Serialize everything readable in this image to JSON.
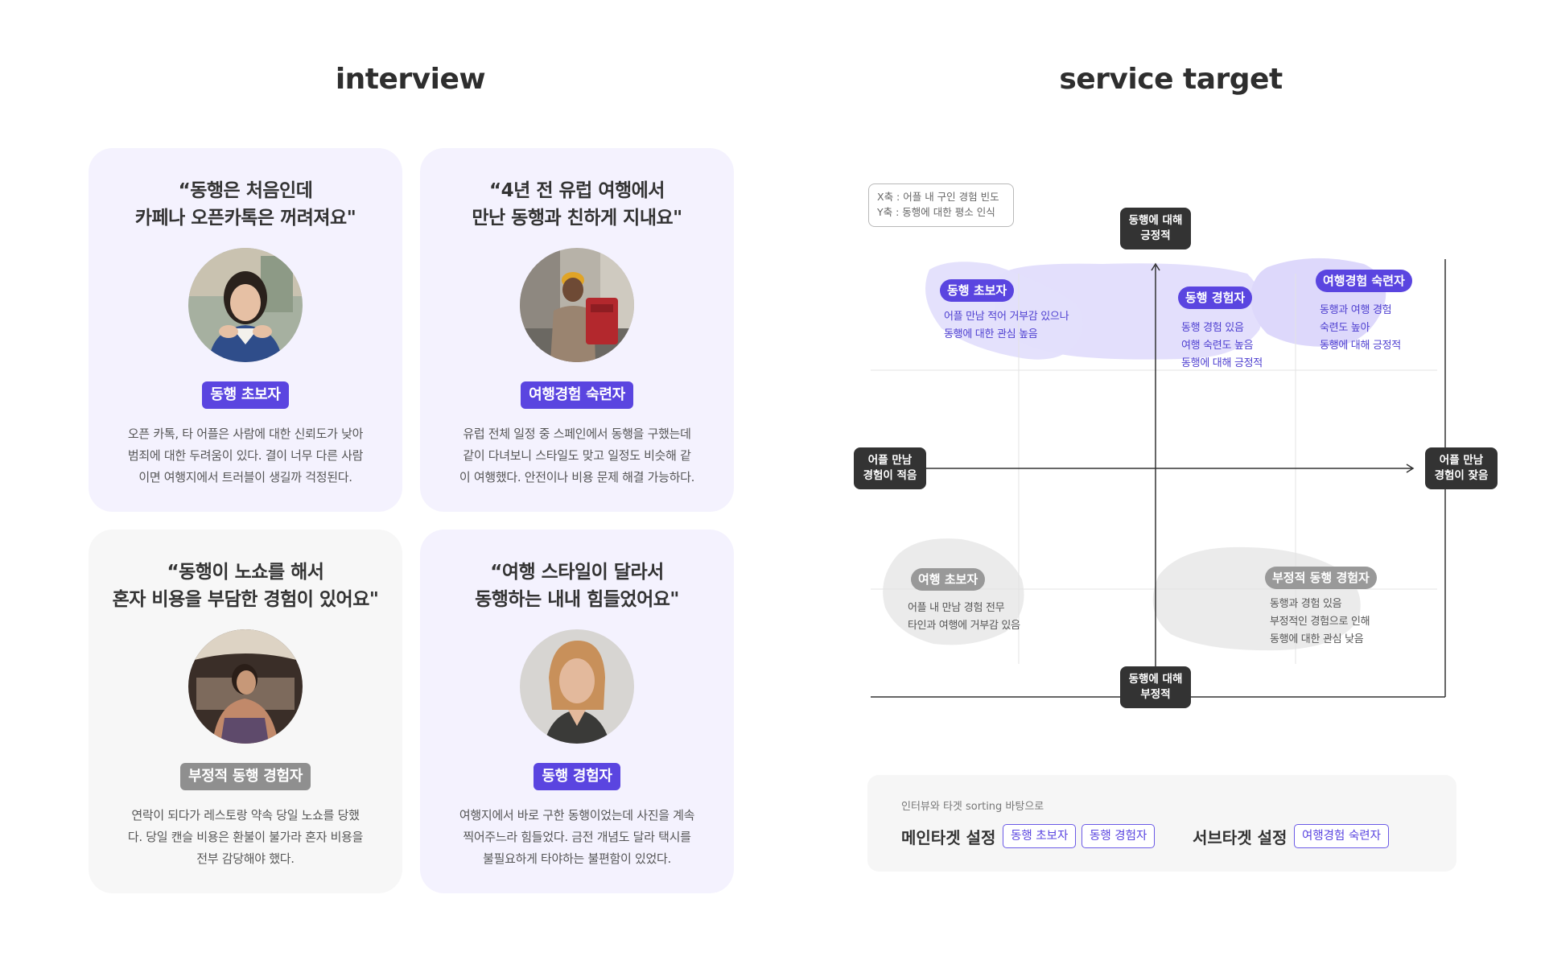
{
  "titles": {
    "interview": "interview",
    "target": "service target"
  },
  "interviews": [
    {
      "quote": "“동행은 처음인데\n카페나 오픈카톡은 꺼려져요\"",
      "badge": "동행 초보자",
      "badge_color": "#5a45e0",
      "desc": "오픈 카톡, 타 어플은 사람에 대한 신뢰도가 낮아\n범죄에 대한 두려움이 있다. 결이 너무 다른 사람\n이면 여행지에서 트러블이 생길까 걱정된다."
    },
    {
      "quote": "“4년 전 유럽 여행에서\n만난 동행과 친하게 지내요\"",
      "badge": "여행경험 숙련자",
      "badge_color": "#5a45e0",
      "desc": "유럽 전체 일정 중 스페인에서 동행을 구했는데\n같이 다녀보니 스타일도 맞고 일정도 비슷해 같\n이 여행했다. 안전이나 비용 문제 해결 가능하다."
    },
    {
      "quote": "“동행이 노쇼를 해서\n혼자 비용을 부담한 경험이 있어요\"",
      "badge": "부정적 동행 경험자",
      "badge_color": "#8f8f8f",
      "desc": "연락이 되다가 레스토랑 약속 당일 노쇼를 당했\n다. 당일 캔슬 비용은 환불이 불가라 혼자 비용을\n전부 감당해야 했다."
    },
    {
      "quote": "“여행 스타일이 달라서\n동행하는 내내 힘들었어요\"",
      "badge": "동행 경험자",
      "badge_color": "#5a45e0",
      "desc": "여행지에서 바로 구한 동행이었는데 사진을 계속\n찍어주느라 힘들었다. 금전 개념도 달라 택시를\n불필요하게 타야하는 불편함이 있었다."
    }
  ],
  "matrix": {
    "legend": [
      "X축 : 어플 내 구인 경험 빈도",
      "Y축 : 동행에 대한 평소 인식"
    ],
    "axis_top": "동행에 대해\n긍정적",
    "axis_bottom": "동행에 대해\n부정적",
    "axis_left": "어플 만남\n경험이 적음",
    "axis_right": "어플 만남\n경험이 잦음",
    "groups": [
      {
        "label": "동행 초보자",
        "desc": "어플 만남 적어 거부감 있으나\n동행에 대한 관심 높음",
        "tone": "purple"
      },
      {
        "label": "동행 경험자",
        "desc": "동행 경험 있음\n여행 숙련도 높음\n동행에 대해 긍정적",
        "tone": "purple"
      },
      {
        "label": "여행경험 숙련자",
        "desc": "동행과 여행 경험\n숙련도 높아\n동행에 대해 긍정적",
        "tone": "purple"
      },
      {
        "label": "여행 초보자",
        "desc": "어플 내 만남 경험 전무\n타인과 여행에 거부감 있음",
        "tone": "gray"
      },
      {
        "label": "부정적 동행 경험자",
        "desc": "동행과 경험 있음\n부정적인 경험으로 인해\n동행에 대한 관심 낮음",
        "tone": "gray"
      }
    ]
  },
  "targets": {
    "caption": "인터뷰와 타겟 sorting 바탕으로",
    "main_label": "메인타겟 설정",
    "main_chips": [
      "동행 초보자",
      "동행 경험자"
    ],
    "sub_label": "서브타겟 설정",
    "sub_chips": [
      "여행경험 숙련자"
    ]
  },
  "colors": {
    "accent": "#5a45e0",
    "blob_purple": "#e3dffc",
    "blob_gray": "#ebebeb"
  }
}
